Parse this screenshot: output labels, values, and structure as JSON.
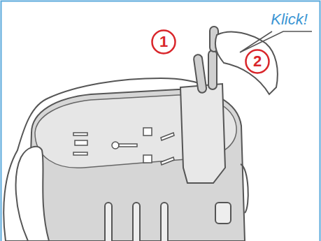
{
  "diagram": {
    "nodes": [
      {
        "text": [
          "Klick!"
        ]
      },
      {
        "text": [
          "1"
        ]
      },
      {
        "text": [
          "2"
        ]
      }
    ]
  }
}
